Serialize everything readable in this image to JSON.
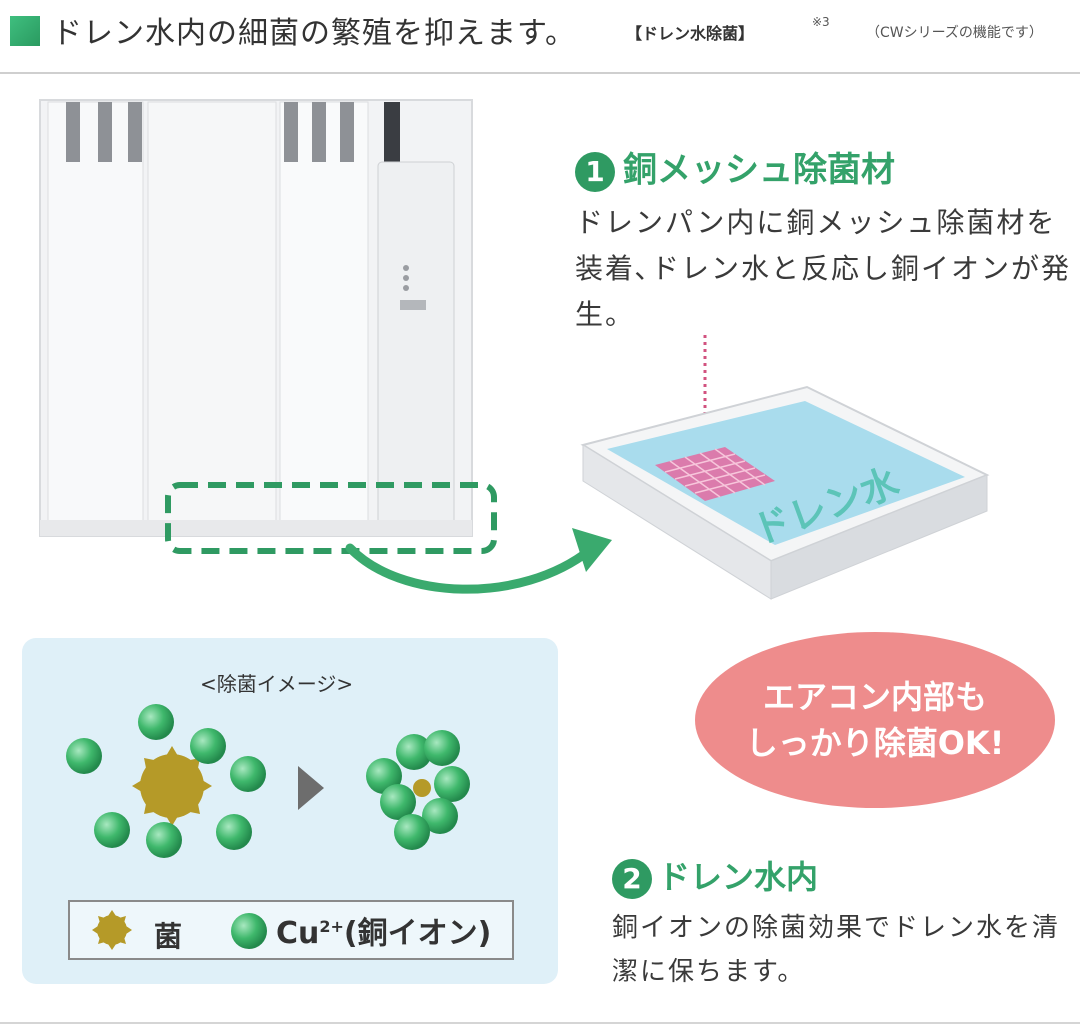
{
  "header": {
    "title": "ドレン水内の細菌の繁殖を抑えます。",
    "tag": "【ドレン水除菌】",
    "note": "※3",
    "subtitle": "（CWシリーズの機能です）"
  },
  "section1": {
    "number": "1",
    "heading": "銅メッシュ除菌材",
    "body": "ドレンパン内に銅メッシュ除菌材を装着､ドレン水と反応し銅イオンが発生。"
  },
  "tray": {
    "label": "ドレン水"
  },
  "bubble": {
    "line1": "エアコン内部も",
    "line2": "しっかり除菌OK!"
  },
  "image_panel": {
    "caption": "<除菌イメージ>",
    "legend": {
      "germ": "菌",
      "cu_symbol": "Cu",
      "cu_charge": "2+",
      "cu_desc": "(銅イオン)"
    }
  },
  "section2": {
    "number": "2",
    "heading": "ドレン水内",
    "body": "銅イオンの除菌効果でドレン水を清潔に保ちます。"
  },
  "colors": {
    "accent_green": "#34a26a",
    "bubble_pink": "#ee8c8c",
    "panel_blue": "#dff0f8",
    "germ_gold": "#b59a28",
    "ion_green": "#3fb86c",
    "water_blue": "#a9dced",
    "mesh_pink": "#e46aa0"
  }
}
